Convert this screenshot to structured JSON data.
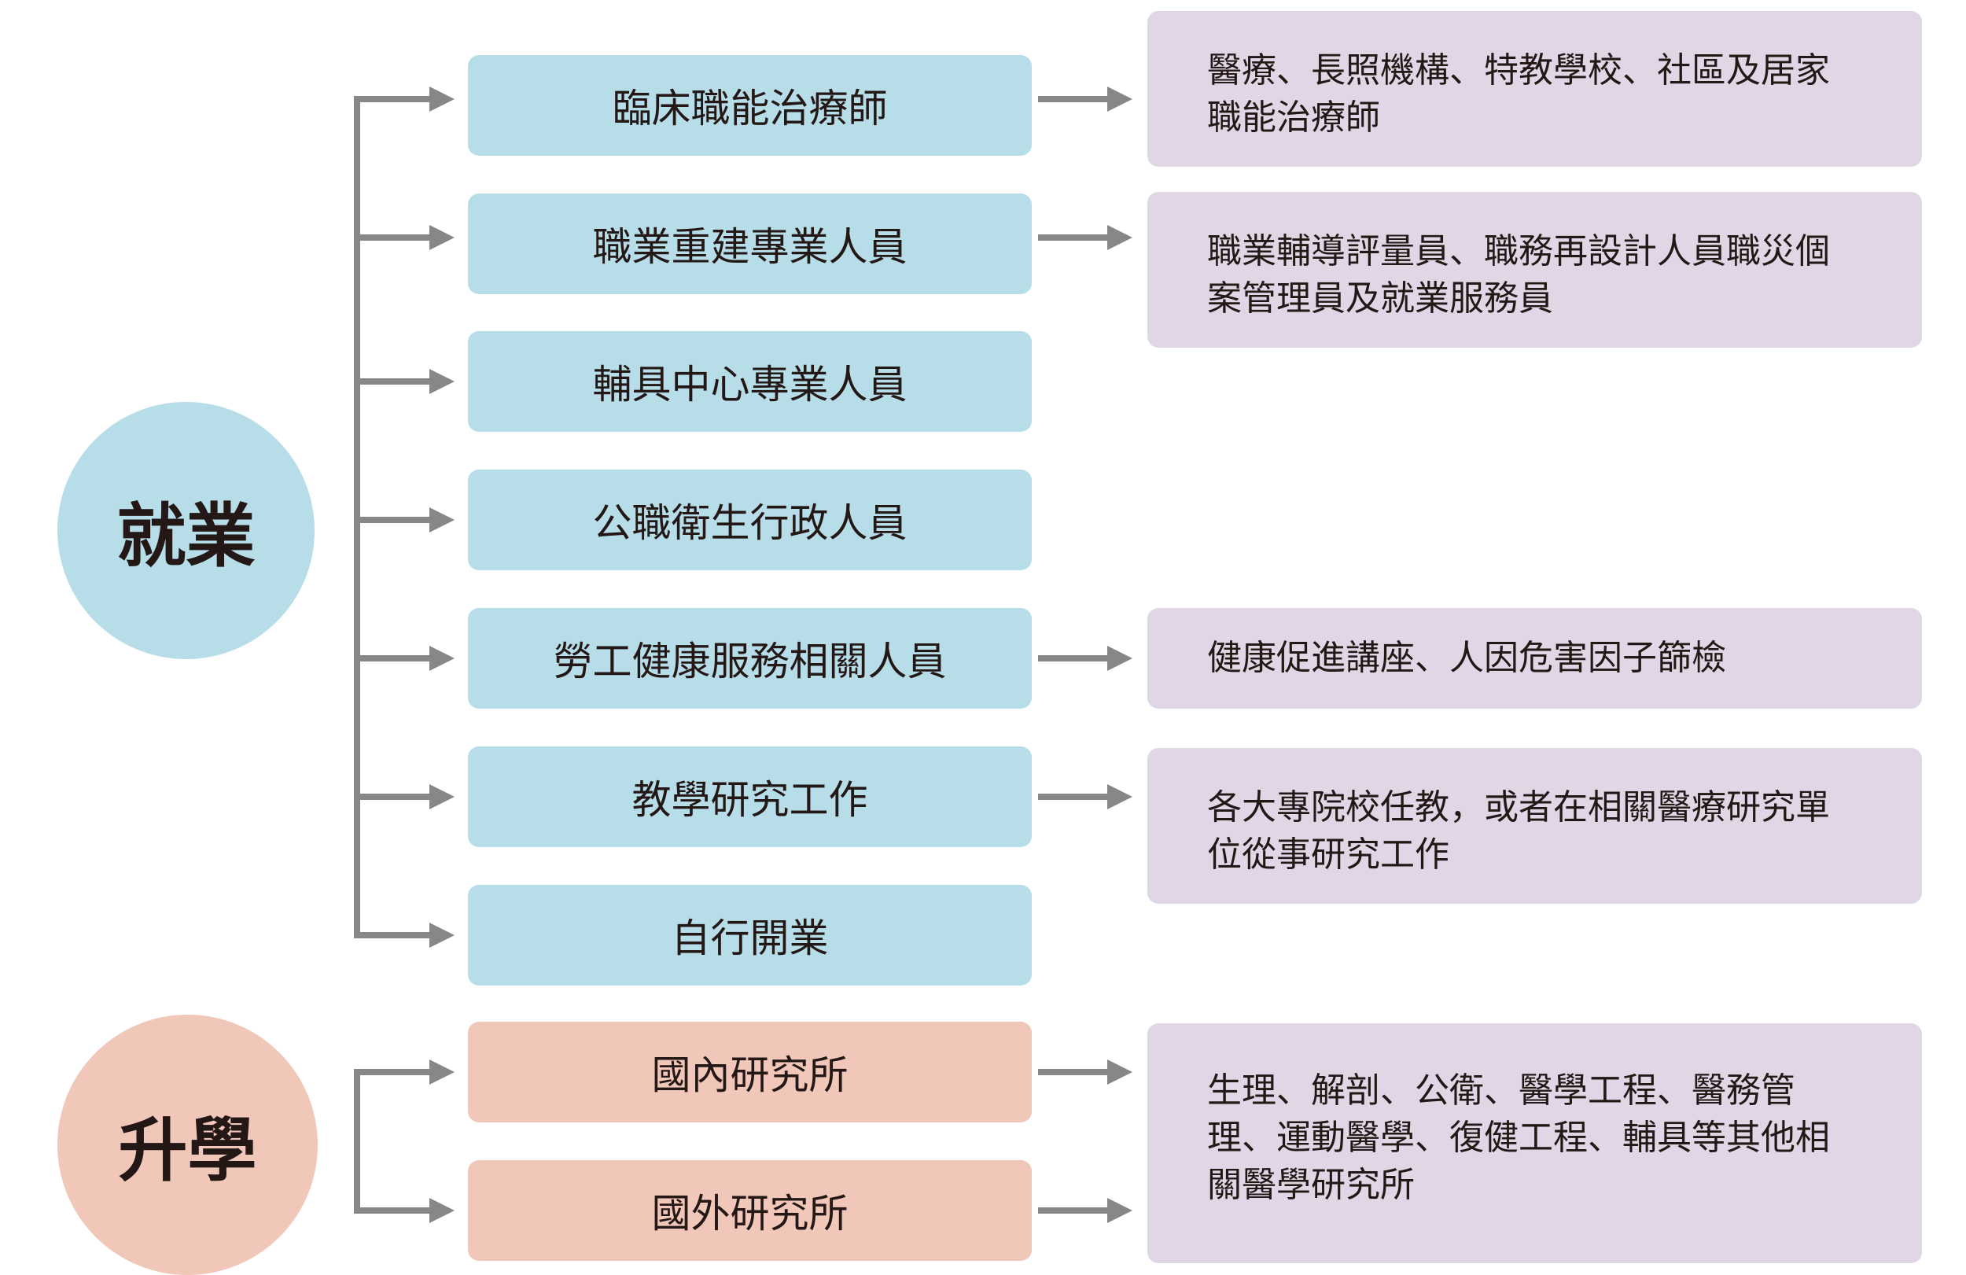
{
  "employment": {
    "label": "就業",
    "roles": [
      {
        "label": "臨床職能治療師",
        "detail": "醫療、長照機構、特教學校、社區及居家職能治療師"
      },
      {
        "label": "職業重建專業人員",
        "detail": "職業輔導評量員、職務再設計人員職災個案管理員及就業服務員"
      },
      {
        "label": "輔具中心專業人員"
      },
      {
        "label": "公職衛生行政人員"
      },
      {
        "label": "勞工健康服務相關人員",
        "detail": "健康促進講座、人因危害因子篩檢"
      },
      {
        "label": "教學研究工作",
        "detail": "各大專院校任教，或者在相關醫療研究單位從事研究工作"
      },
      {
        "label": "自行開業"
      }
    ]
  },
  "further_study": {
    "label": "升學",
    "options": [
      {
        "label": "國內研究所"
      },
      {
        "label": "國外研究所"
      }
    ],
    "detail": "生理、解剖、公衛、醫學工程、醫務管理、運動醫學、復健工程、輔具等其他相關醫學研究所"
  },
  "colors": {
    "employment": "#b7dde9",
    "further_study": "#f1c7b9",
    "detail": "#e0d6e5",
    "arrow": "#878787"
  }
}
